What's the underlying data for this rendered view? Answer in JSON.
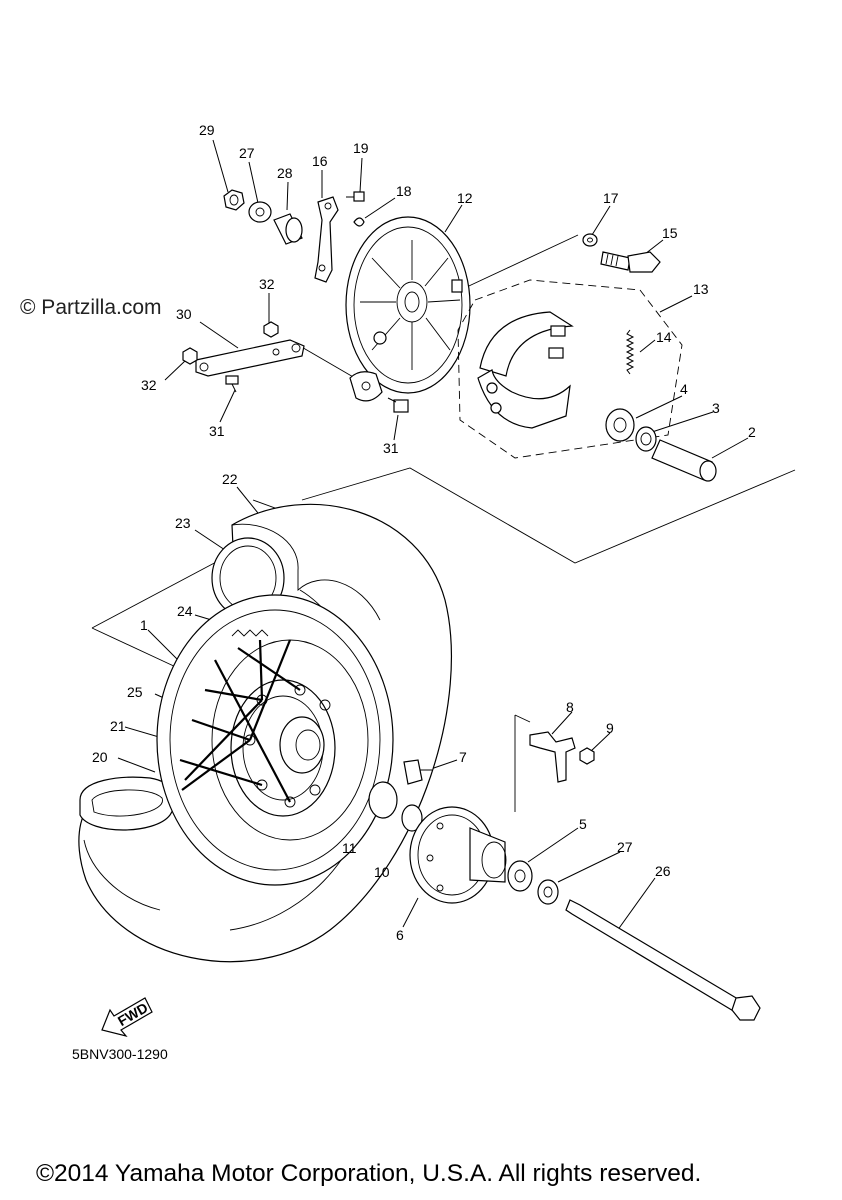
{
  "watermark": "© Partzilla.com",
  "drawing_code": "5BNV300-1290",
  "copyright": "©2014 Yamaha Motor Corporation, U.S.A. All rights reserved.",
  "fwd_label": "FWD",
  "callouts": [
    {
      "id": "c29",
      "text": "29"
    },
    {
      "id": "c27a",
      "text": "27"
    },
    {
      "id": "c28",
      "text": "28"
    },
    {
      "id": "c16",
      "text": "16"
    },
    {
      "id": "c19",
      "text": "19"
    },
    {
      "id": "c18",
      "text": "18"
    },
    {
      "id": "c12",
      "text": "12"
    },
    {
      "id": "c17",
      "text": "17"
    },
    {
      "id": "c15",
      "text": "15"
    },
    {
      "id": "c32a",
      "text": "32"
    },
    {
      "id": "c30",
      "text": "30"
    },
    {
      "id": "c13",
      "text": "13"
    },
    {
      "id": "c14",
      "text": "14"
    },
    {
      "id": "c32b",
      "text": "32"
    },
    {
      "id": "c31a",
      "text": "31"
    },
    {
      "id": "c4",
      "text": "4"
    },
    {
      "id": "c3",
      "text": "3"
    },
    {
      "id": "c31b",
      "text": "31"
    },
    {
      "id": "c2",
      "text": "2"
    },
    {
      "id": "c22",
      "text": "22"
    },
    {
      "id": "c23",
      "text": "23"
    },
    {
      "id": "c24",
      "text": "24"
    },
    {
      "id": "c1",
      "text": "1"
    },
    {
      "id": "c25",
      "text": "25"
    },
    {
      "id": "c8",
      "text": "8"
    },
    {
      "id": "c9",
      "text": "9"
    },
    {
      "id": "c21",
      "text": "21"
    },
    {
      "id": "c7",
      "text": "7"
    },
    {
      "id": "c20",
      "text": "20"
    },
    {
      "id": "c5",
      "text": "5"
    },
    {
      "id": "c27b",
      "text": "27"
    },
    {
      "id": "c11",
      "text": "11"
    },
    {
      "id": "c10",
      "text": "10"
    },
    {
      "id": "c26",
      "text": "26"
    },
    {
      "id": "c6",
      "text": "6"
    }
  ]
}
